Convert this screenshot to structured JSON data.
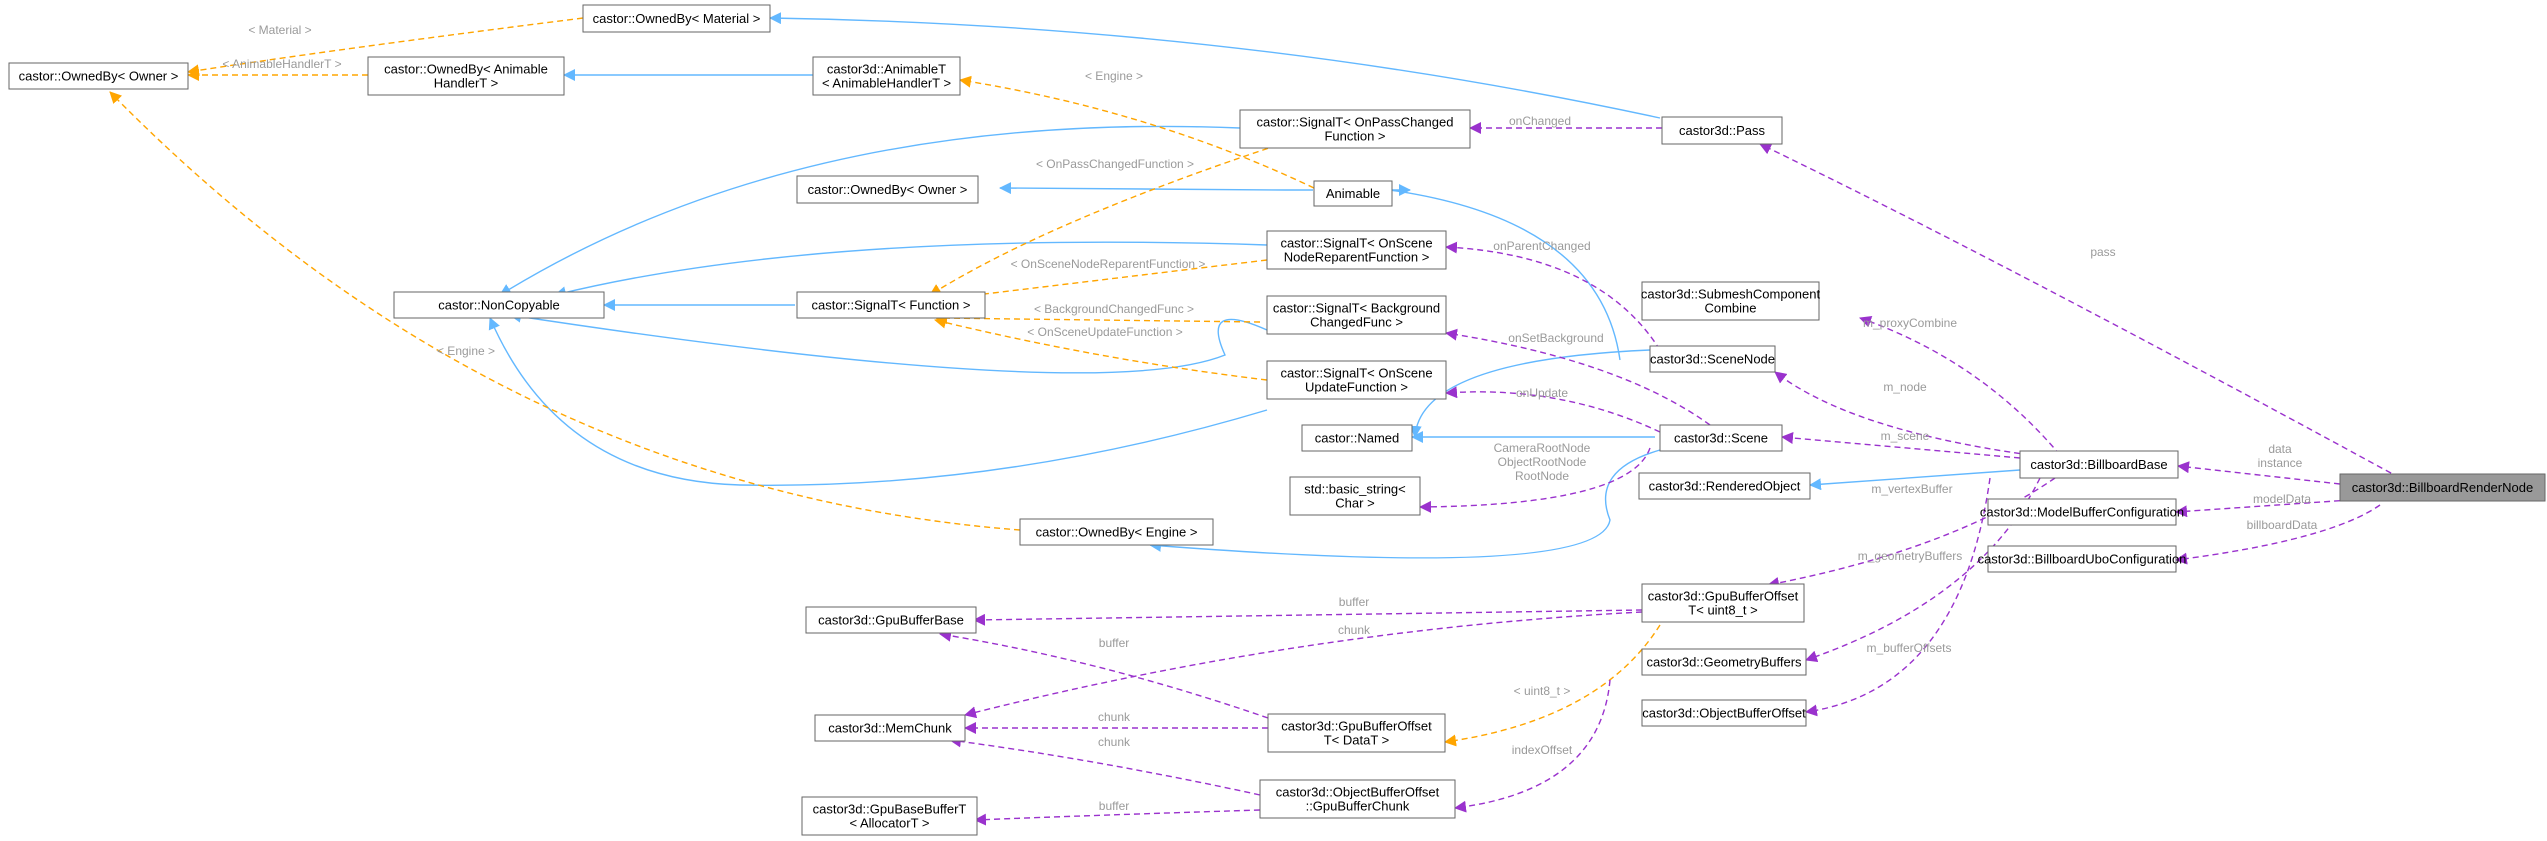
{
  "colors": {
    "inheritance": "#63b8ff",
    "template": "#ffa500",
    "usage": "#9a32cd",
    "focus_fill": "#999999",
    "box_stroke": "#666666",
    "label": "#9a9a9a"
  },
  "nodes": {
    "owned_by_owner": {
      "lines": [
        "castor::OwnedBy< Owner >"
      ]
    },
    "owned_by_material": {
      "lines": [
        "castor::OwnedBy< Material >"
      ]
    },
    "owned_by_anim_handler": {
      "lines": [
        "castor::OwnedBy< Animable",
        "HandlerT >"
      ]
    },
    "animable_t": {
      "lines": [
        "castor3d::AnimableT",
        "< AnimableHandlerT >"
      ]
    },
    "signal_on_pass": {
      "lines": [
        "castor::SignalT< OnPassChanged",
        "Function >"
      ]
    },
    "pass": {
      "lines": [
        "castor3d::Pass"
      ]
    },
    "owned_by_owner2": {
      "lines": [
        "castor::OwnedBy< Owner >"
      ]
    },
    "animable": {
      "lines": [
        "Animable"
      ]
    },
    "signal_on_scene_node": {
      "lines": [
        "castor::SignalT< OnScene",
        "NodeReparentFunction >"
      ]
    },
    "non_copyable": {
      "lines": [
        "castor::NonCopyable"
      ]
    },
    "signal_function": {
      "lines": [
        "castor::SignalT< Function >"
      ]
    },
    "signal_background": {
      "lines": [
        "castor::SignalT< Background",
        "ChangedFunc >"
      ]
    },
    "submesh_combine": {
      "lines": [
        "castor3d::SubmeshComponent",
        "Combine"
      ]
    },
    "scene_node": {
      "lines": [
        "castor3d::SceneNode"
      ]
    },
    "signal_on_scene_update": {
      "lines": [
        "castor::SignalT< OnScene",
        "UpdateFunction >"
      ]
    },
    "named": {
      "lines": [
        "castor::Named"
      ]
    },
    "scene": {
      "lines": [
        "castor3d::Scene"
      ]
    },
    "billboard_base": {
      "lines": [
        "castor3d::BillboardBase"
      ]
    },
    "basic_string": {
      "lines": [
        "std::basic_string<",
        "Char >"
      ]
    },
    "rendered_object": {
      "lines": [
        "castor3d::RenderedObject"
      ]
    },
    "billboard_render_node": {
      "lines": [
        "castor3d::BillboardRenderNode"
      ]
    },
    "model_buffer_config": {
      "lines": [
        "castor3d::ModelBufferConfiguration"
      ]
    },
    "owned_by_engine": {
      "lines": [
        "castor::OwnedBy< Engine >"
      ]
    },
    "billboard_ubo_config": {
      "lines": [
        "castor3d::BillboardUboConfiguration"
      ]
    },
    "gpu_buffer_base": {
      "lines": [
        "castor3d::GpuBufferBase"
      ]
    },
    "gpu_buffer_offset_u8": {
      "lines": [
        "castor3d::GpuBufferOffset",
        "T< uint8_t >"
      ]
    },
    "geometry_buffers": {
      "lines": [
        "castor3d::GeometryBuffers"
      ]
    },
    "mem_chunk": {
      "lines": [
        "castor3d::MemChunk"
      ]
    },
    "gpu_buffer_offset_data": {
      "lines": [
        "castor3d::GpuBufferOffset",
        "T< DataT >"
      ]
    },
    "object_buffer_offset": {
      "lines": [
        "castor3d::ObjectBufferOffset"
      ]
    },
    "gpu_base_buffer": {
      "lines": [
        "castor3d::GpuBaseBufferT",
        "< AllocatorT >"
      ]
    },
    "gpu_buffer_chunk": {
      "lines": [
        "castor3d::ObjectBufferOffset",
        "::GpuBufferChunk"
      ]
    }
  },
  "edge_labels": {
    "material": "< Material >",
    "anim_handler": "< AnimableHandlerT >",
    "engine_top": "< Engine >",
    "on_changed": "onChanged",
    "on_pass_changed_fn": "< OnPassChangedFunction >",
    "pass": "pass",
    "on_parent_changed": "onParentChanged",
    "scene_node_reparent_fn": "< OnSceneNodeReparentFunction >",
    "background_changed_fn": "< BackgroundChangedFunc >",
    "scene_update_fn": "< OnSceneUpdateFunction >",
    "engine_left": "< Engine >",
    "on_set_background": "onSetBackground",
    "m_proxy_combine": "m_proxyCombine",
    "on_update": "onUpdate",
    "m_node": "m_node",
    "camera_root_node": "CameraRootNode",
    "object_root_node": "ObjectRootNode",
    "root_node": "RootNode",
    "m_scene": "m_scene",
    "data": "data",
    "instance": "instance",
    "model_data": "modelData",
    "billboard_data": "billboardData",
    "m_vertex_buffer": "m_vertexBuffer",
    "m_geometry_buffers": "m_geometryBuffers",
    "buffer1": "buffer",
    "chunk1": "chunk",
    "buffer2": "buffer",
    "m_buffer_offsets": "m_bufferOffsets",
    "uint8": "< uint8_t >",
    "chunk2": "chunk",
    "chunk3": "chunk",
    "index_offset": "indexOffset",
    "buffer3": "buffer"
  }
}
